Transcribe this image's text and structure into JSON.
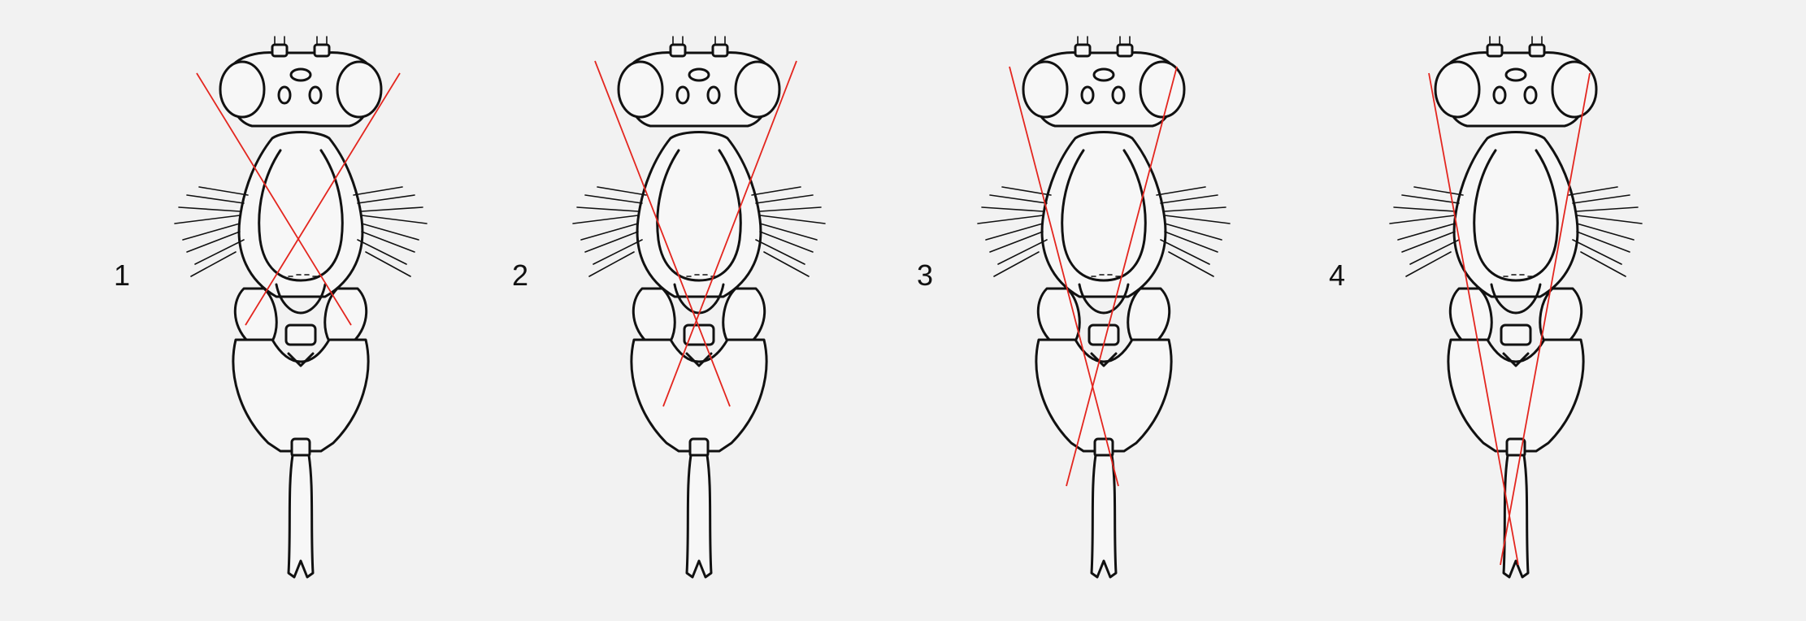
{
  "figure": {
    "background": "#f2f2f2",
    "ink_color": "#111111",
    "guide_color": "#e3261f",
    "panels": [
      {
        "label": "1",
        "guide_spread": "wide"
      },
      {
        "label": "2",
        "guide_spread": "medium"
      },
      {
        "label": "3",
        "guide_spread": "narrow"
      },
      {
        "label": "4",
        "guide_spread": "narrowest"
      }
    ]
  }
}
